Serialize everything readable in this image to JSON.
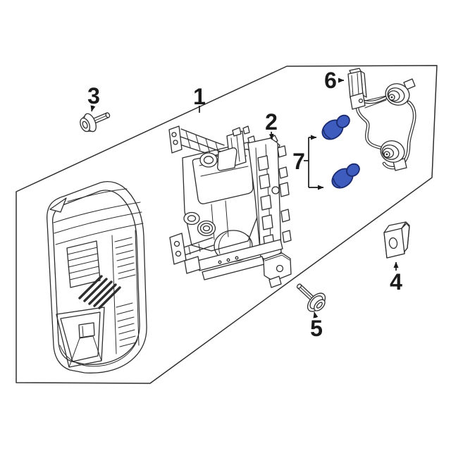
{
  "diagram": {
    "kind": "exploded-parts-line-drawing",
    "background_color": "#ffffff",
    "line_color": "#2e2e2e",
    "label_color": "#1a1a1a",
    "highlight": {
      "fill": "#3d5cbe",
      "stroke": "#1b2a6e"
    },
    "callouts": [
      {
        "label": "1"
      },
      {
        "label": "2"
      },
      {
        "label": "3"
      },
      {
        "label": "4"
      },
      {
        "label": "5"
      },
      {
        "label": "6"
      },
      {
        "label": "7"
      }
    ]
  }
}
